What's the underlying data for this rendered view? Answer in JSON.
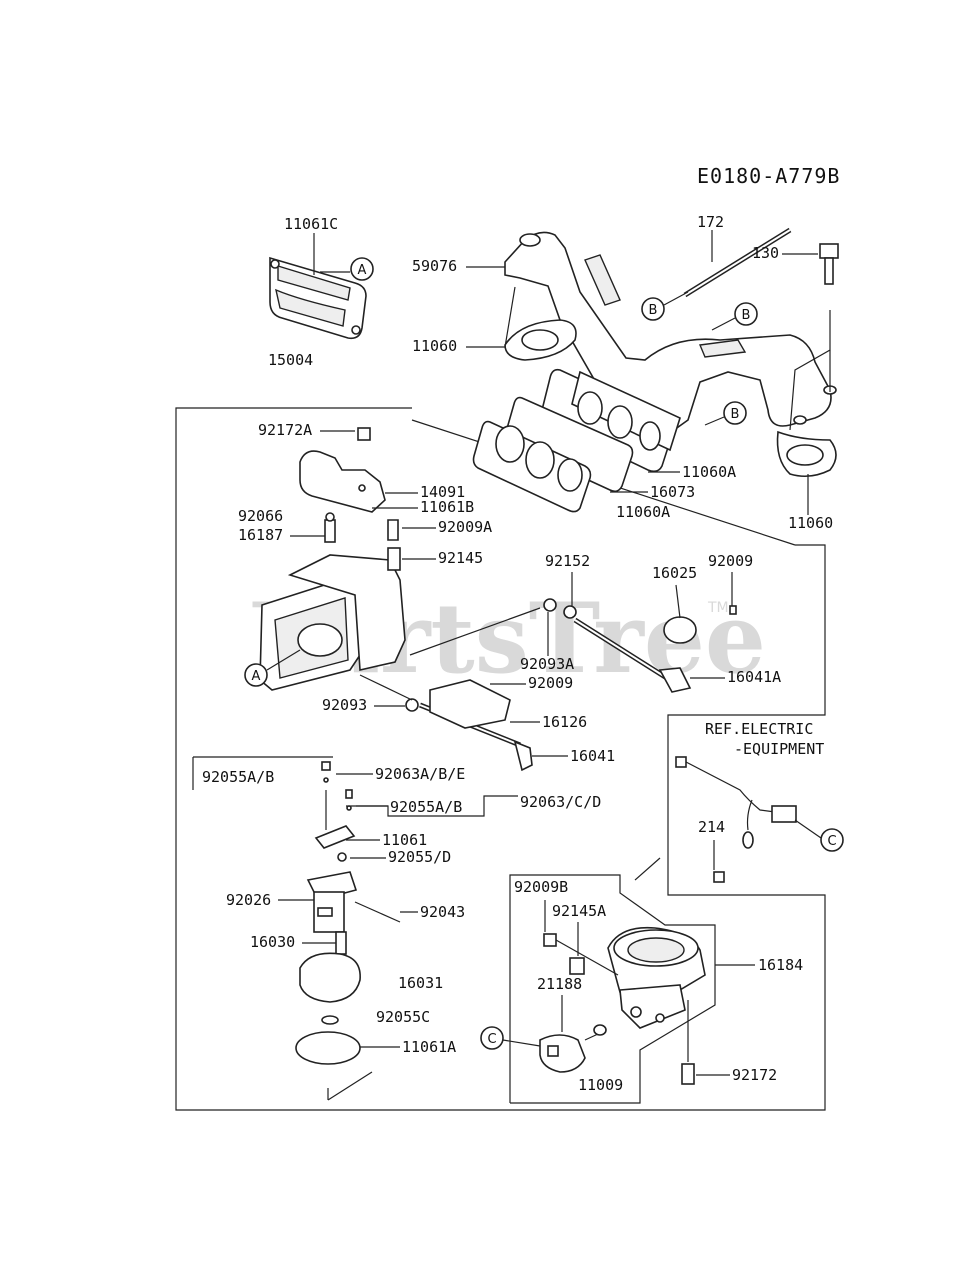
{
  "diagram_code": "E0180-A779B",
  "watermark": "PartsTree",
  "watermark_tm": "TM",
  "ref_note": [
    "REF.ELECTRIC",
    "-EQUIPMENT"
  ],
  "circle_markers": {
    "a": "A",
    "b": "B",
    "c": "C"
  },
  "parts": {
    "p11061C": "11061C",
    "p15004": "15004",
    "p172": "172",
    "p59076": "59076",
    "p130": "130",
    "p11060_top": "11060",
    "p11060_right": "11060",
    "p11060A_1": "11060A",
    "p11060A_2": "11060A",
    "p16073": "16073",
    "p92172A": "92172A",
    "p14091": "14091",
    "p11061B": "11061B",
    "p92066": "92066",
    "p16187": "16187",
    "p92009A": "92009A",
    "p92145": "92145",
    "p92152": "92152",
    "p92009_a": "92009",
    "p16025": "16025",
    "p92093A": "92093A",
    "p16041A": "16041A",
    "p92009_b": "92009",
    "p92093": "92093",
    "p16126": "16126",
    "p16041": "16041",
    "p92055AB_left": "92055A/B",
    "p92063ABE": "92063A/B/E",
    "p92055AB_mid": "92055A/B",
    "p92063CD": "92063/C/D",
    "p11061": "11061",
    "p92055D": "92055/D",
    "p92026": "92026",
    "p92043": "92043",
    "p16030": "16030",
    "p16031": "16031",
    "p92055C": "92055C",
    "p11061A": "11061A",
    "p214": "214",
    "p92009B": "92009B",
    "p92145A": "92145A",
    "p16184": "16184",
    "p21188": "21188",
    "p11009": "11009",
    "p92172": "92172"
  }
}
